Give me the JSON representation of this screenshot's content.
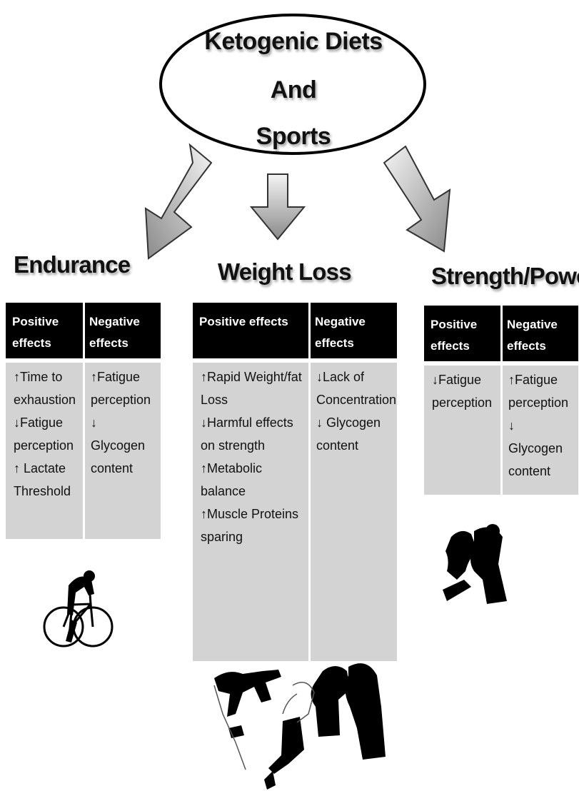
{
  "title": {
    "lines": [
      "Ketogenic Diets",
      "And",
      "Sports"
    ]
  },
  "sections": [
    {
      "heading": "Endurance",
      "positive_header": "Positive effects",
      "negative_header": "Negative effects",
      "positive": [
        {
          "arrow": "up",
          "text": "Time to exhaustion"
        },
        {
          "arrow": "down",
          "text": "Fatigue perception"
        },
        {
          "arrow": "up",
          "text": " Lactate Threshold"
        }
      ],
      "negative": [
        {
          "arrow": "up",
          "text": "Fatigue perception"
        },
        {
          "arrow": "down",
          "text": " Glycogen content"
        }
      ],
      "illustration": "cyclist-icon"
    },
    {
      "heading": "Weight Loss",
      "positive_header": "Positive effects",
      "negative_header": "Negative effects",
      "positive": [
        {
          "arrow": "up",
          "text": "Rapid Weight/fat Loss"
        },
        {
          "arrow": "down",
          "text": "Harmful effects on strength"
        },
        {
          "arrow": "up",
          "text": "Metabolic balance"
        },
        {
          "arrow": "up",
          "text": "Muscle Proteins sparing"
        }
      ],
      "negative": [
        {
          "arrow": "down",
          "text": "Lack of Concentration"
        },
        {
          "arrow": "down",
          "text": " Glycogen content"
        }
      ],
      "illustration": "combat-sports-icon"
    },
    {
      "heading": "Strength/Power",
      "positive_header": "Positive effects",
      "negative_header": "Negative effects",
      "positive": [
        {
          "arrow": "down",
          "text": "Fatigue perception"
        }
      ],
      "negative": [
        {
          "arrow": "up",
          "text": "Fatigue perception"
        },
        {
          "arrow": "down",
          "text": " Glycogen content"
        }
      ],
      "illustration": "boxers-icon"
    }
  ],
  "arrow_glyphs": {
    "up": "🡅",
    "down": "🡇"
  },
  "colors": {
    "header_bg": "#000000",
    "cell_bg": "#d3d3d3",
    "arrow_fill_light": "#f2f2f2",
    "arrow_fill_dark": "#8c8c8c"
  }
}
